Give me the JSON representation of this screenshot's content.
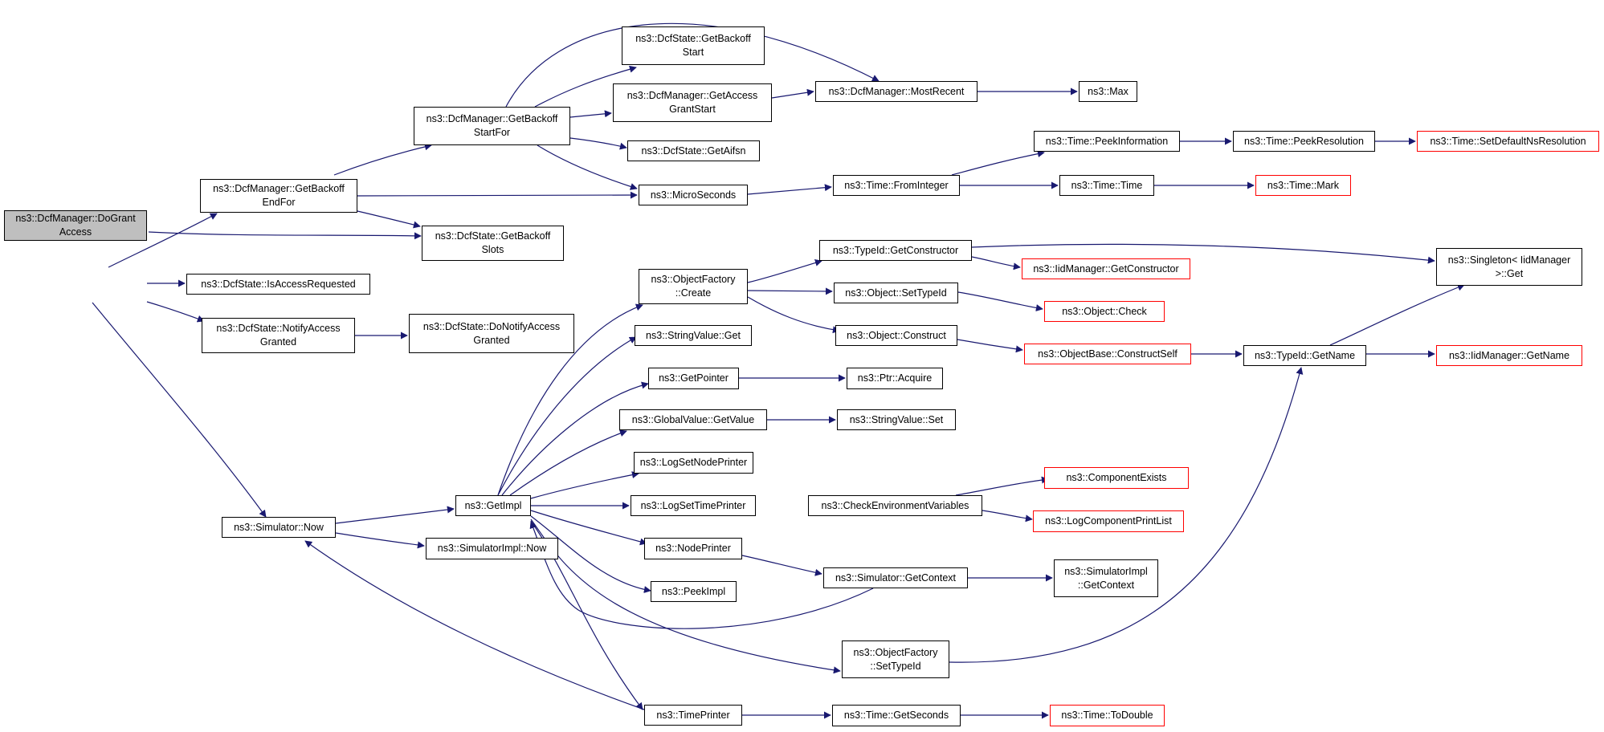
{
  "colors": {
    "edge": "#191970",
    "root_fill": "#bfbfbf",
    "node_border": "#000000",
    "truncated_border": "#ff0000"
  },
  "nodes": {
    "root": "ns3::DcfManager::DoGrant\nAccess",
    "getBackoffEndFor": "ns3::DcfManager::GetBackoff\nEndFor",
    "getBackoffStartFor": "ns3::DcfManager::GetBackoff\nStartFor",
    "dcfStateGetBackoffStart": "ns3::DcfState::GetBackoff\nStart",
    "getAccessGrantStart": "ns3::DcfManager::GetAccess\nGrantStart",
    "mostRecent": "ns3::DcfManager::MostRecent",
    "max": "ns3::Max",
    "getAifsn": "ns3::DcfState::GetAifsn",
    "microSeconds": "ns3::MicroSeconds",
    "getBackoffSlots": "ns3::DcfState::GetBackoff\nSlots",
    "isAccessRequested": "ns3::DcfState::IsAccessRequested",
    "notifyAccessGranted": "ns3::DcfState::NotifyAccess\nGranted",
    "doNotifyAccessGranted": "ns3::DcfState::DoNotifyAccess\nGranted",
    "simulatorNow": "ns3::Simulator::Now",
    "getImpl": "ns3::GetImpl",
    "simulatorImplNow": "ns3::SimulatorImpl::Now",
    "timeFromInteger": "ns3::Time::FromInteger",
    "peekInformation": "ns3::Time::PeekInformation",
    "peekResolution": "ns3::Time::PeekResolution",
    "setDefaultNsResolution": "ns3::Time::SetDefaultNsResolution",
    "timeTime": "ns3::Time::Time",
    "timeMark": "ns3::Time::Mark",
    "objectFactoryCreate": "ns3::ObjectFactory\n::Create",
    "typeIdGetConstructor": "ns3::TypeId::GetConstructor",
    "iidGetConstructor": "ns3::IidManager::GetConstructor",
    "singletonGet": "ns3::Singleton< IidManager\n>::Get",
    "objectSetTypeId": "ns3::Object::SetTypeId",
    "objectCheck": "ns3::Object::Check",
    "objectConstruct": "ns3::Object::Construct",
    "constructSelf": "ns3::ObjectBase::ConstructSelf",
    "typeIdGetName": "ns3::TypeId::GetName",
    "iidGetName": "ns3::IidManager::GetName",
    "stringValueGet": "ns3::StringValue::Get",
    "getPointer": "ns3::GetPointer",
    "ptrAcquire": "ns3::Ptr::Acquire",
    "globalValueGetValue": "ns3::GlobalValue::GetValue",
    "stringValueSet": "ns3::StringValue::Set",
    "logSetNodePrinter": "ns3::LogSetNodePrinter",
    "logSetTimePrinter": "ns3::LogSetTimePrinter",
    "checkEnvVars": "ns3::CheckEnvironmentVariables",
    "componentExists": "ns3::ComponentExists",
    "logComponentPrintList": "ns3::LogComponentPrintList",
    "nodePrinter": "ns3::NodePrinter",
    "simulatorGetContext": "ns3::Simulator::GetContext",
    "simulatorImplGetContext": "ns3::SimulatorImpl\n::GetContext",
    "peekImpl": "ns3::PeekImpl",
    "objectFactorySetTypeId": "ns3::ObjectFactory\n::SetTypeId",
    "timePrinter": "ns3::TimePrinter",
    "timeGetSeconds": "ns3::Time::GetSeconds",
    "timeToDouble": "ns3::Time::ToDouble"
  }
}
